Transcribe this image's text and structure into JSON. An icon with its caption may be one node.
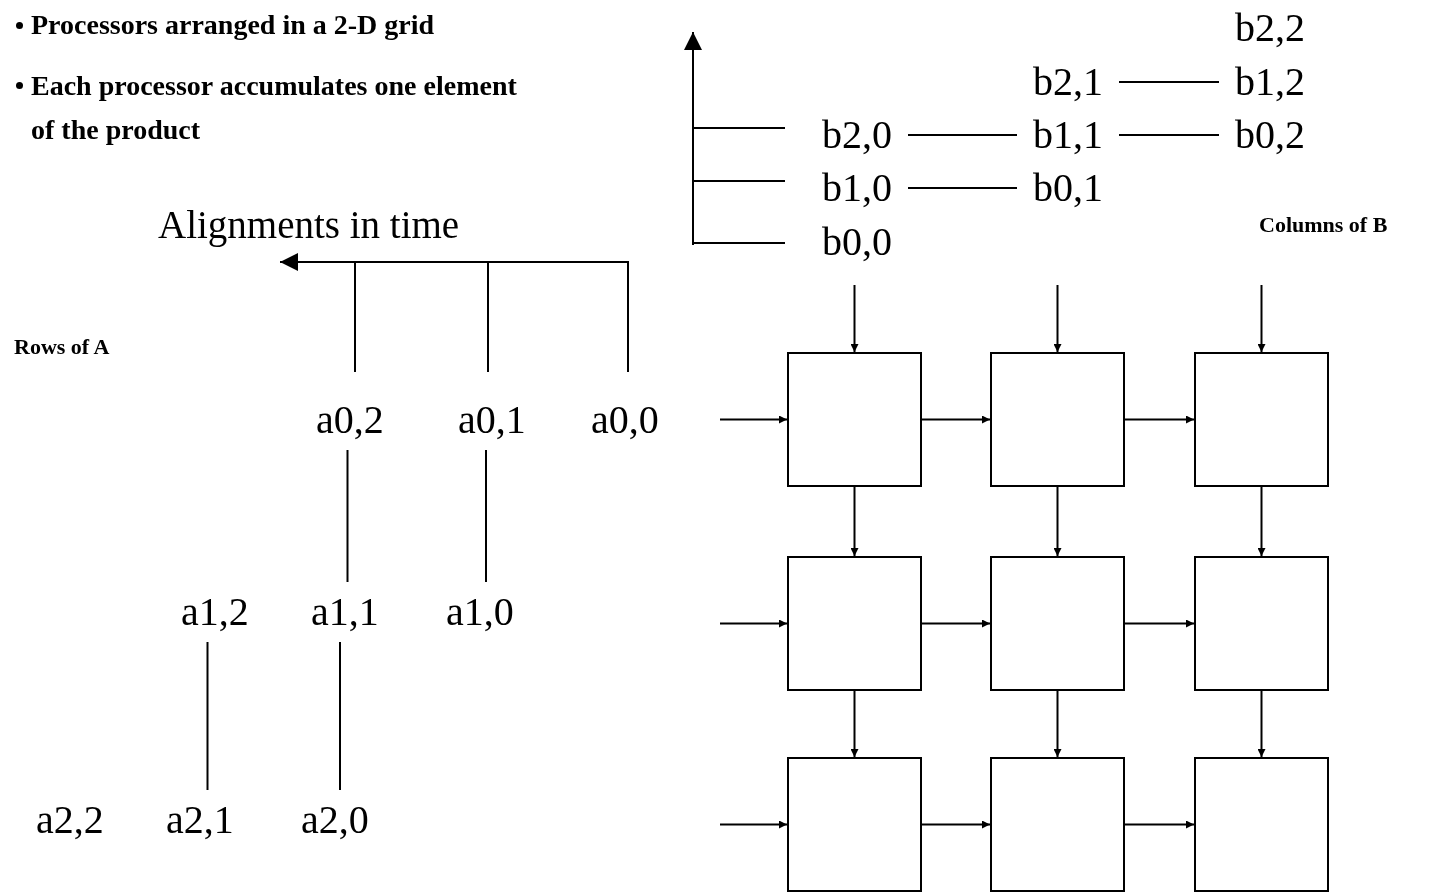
{
  "diagram": {
    "nodes": [
      {
        "text": [
          "b2,2"
        ]
      },
      {
        "text": [
          "b2,1"
        ]
      },
      {
        "text": [
          "b1,2"
        ]
      },
      {
        "text": [
          "b2,0"
        ]
      },
      {
        "text": [
          "b1,1"
        ]
      },
      {
        "text": [
          "b0,2"
        ]
      },
      {
        "text": [
          "b1,0"
        ]
      },
      {
        "text": [
          "b0,1"
        ]
      },
      {
        "text": [
          "b0,0"
        ]
      },
      {
        "text": [
          "a0,2"
        ]
      },
      {
        "text": [
          "a0,1"
        ]
      },
      {
        "text": [
          "a0,0"
        ]
      },
      {
        "text": [
          "a1,2"
        ]
      },
      {
        "text": [
          "a1,1"
        ]
      },
      {
        "text": [
          "a1,0"
        ]
      },
      {
        "text": [
          "a2,2"
        ]
      },
      {
        "text": [
          "a2,1"
        ]
      },
      {
        "text": [
          "a2,0"
        ]
      },
      {
        "text": [],
        "shape": "box"
      },
      {
        "text": [],
        "shape": "box"
      },
      {
        "text": [],
        "shape": "box"
      },
      {
        "text": [],
        "shape": "box"
      },
      {
        "text": [],
        "shape": "box"
      },
      {
        "text": [],
        "shape": "box"
      },
      {
        "text": [],
        "shape": "box"
      },
      {
        "text": [],
        "shape": "box"
      },
      {
        "text": [],
        "shape": "box"
      }
    ],
    "edges": [
      {
        "from": 3,
        "to": 4,
        "arrow": "none"
      },
      {
        "from": 1,
        "to": 2,
        "arrow": "none"
      },
      {
        "from": 4,
        "to": 5,
        "arrow": "none"
      },
      {
        "from": 6,
        "to": 7,
        "arrow": "none"
      },
      {
        "from": 9,
        "to": 13,
        "arrow": "none"
      },
      {
        "from": 10,
        "to": 14,
        "arrow": "none"
      },
      {
        "from": 12,
        "to": 16,
        "arrow": "none"
      },
      {
        "from": 13,
        "to": 17,
        "arrow": "none"
      },
      {
        "from": 8,
        "to": 18,
        "arrow": "to"
      },
      {
        "from": null,
        "to": 19,
        "arrow": "to"
      },
      {
        "from": null,
        "to": 20,
        "arrow": "to"
      },
      {
        "from": null,
        "to": 18,
        "arrow": "to"
      },
      {
        "from": null,
        "to": 21,
        "arrow": "to"
      },
      {
        "from": null,
        "to": 24,
        "arrow": "to"
      },
      {
        "from": 18,
        "to": 19,
        "arrow": "to"
      },
      {
        "from": 19,
        "to": 20,
        "arrow": "to"
      },
      {
        "from": 21,
        "to": 22,
        "arrow": "to"
      },
      {
        "from": 22,
        "to": 23,
        "arrow": "to"
      },
      {
        "from": 24,
        "to": 25,
        "arrow": "to"
      },
      {
        "from": 25,
        "to": 26,
        "arrow": "to"
      },
      {
        "from": 18,
        "to": 21,
        "arrow": "to"
      },
      {
        "from": 19,
        "to": 22,
        "arrow": "to"
      },
      {
        "from": 20,
        "to": 23,
        "arrow": "to"
      },
      {
        "from": 21,
        "to": 24,
        "arrow": "to"
      },
      {
        "from": 22,
        "to": 25,
        "arrow": "to"
      },
      {
        "from": 23,
        "to": 26,
        "arrow": "to"
      }
    ],
    "labels": [
      "Processors arranged in a 2-D grid",
      "Each processor accumulates one element of the product",
      "Alignments in time",
      "Rows of A",
      "Columns of B"
    ]
  }
}
